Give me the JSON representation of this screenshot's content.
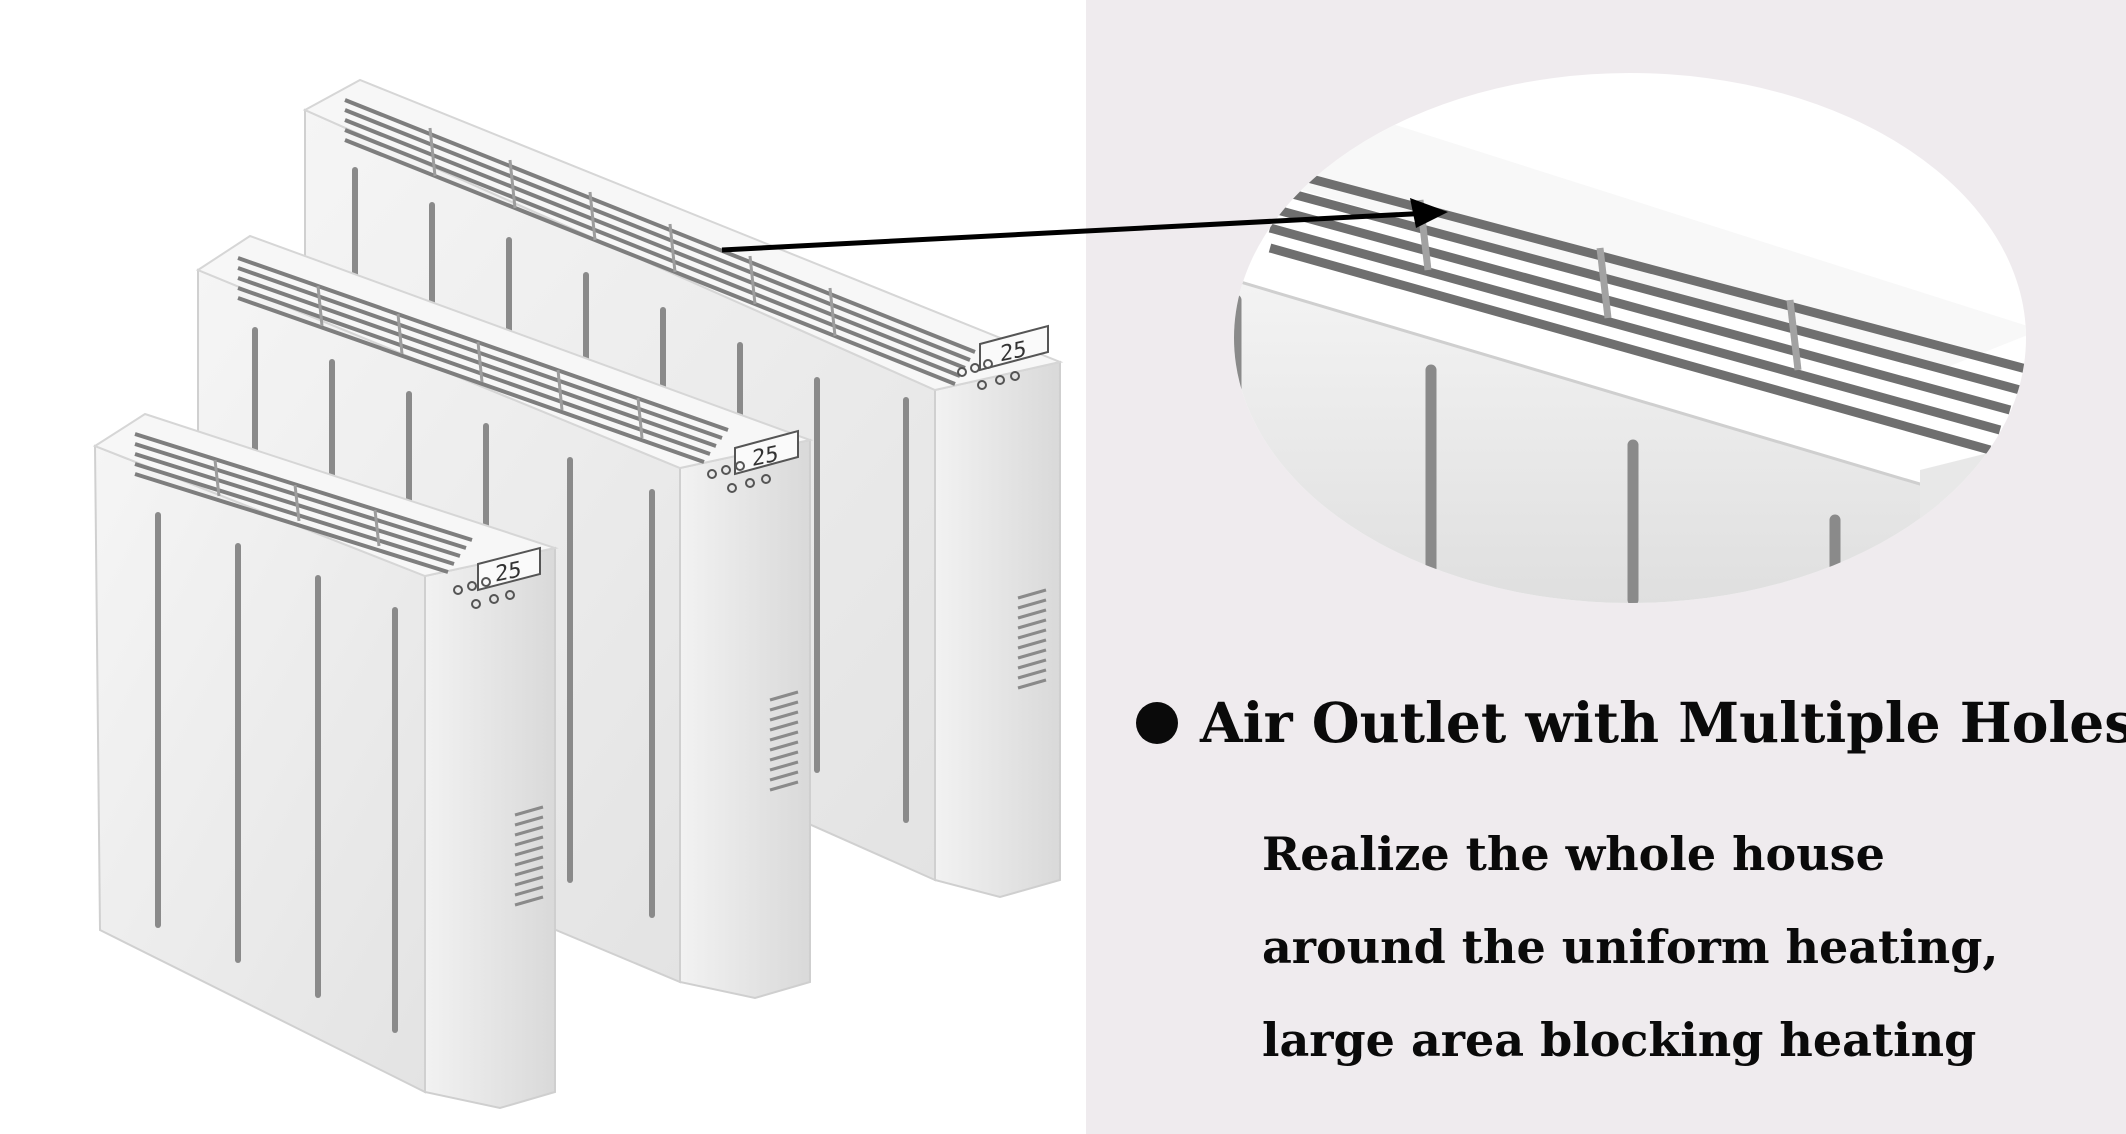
{
  "colors": {
    "background": "#ffffff",
    "panel_background": "#efebee",
    "heater_body": "#efefef",
    "heater_shadow": "#c9c9c9",
    "slot": "#8a8a8a",
    "text": "#0a0a0a",
    "arrow": "#000000"
  },
  "feature": {
    "bullet_icon": "filled-circle-icon",
    "title": "Air Outlet with Multiple Holes",
    "description": [
      "Realize the whole house",
      "around the uniform heating,",
      "large area blocking heating"
    ]
  },
  "heaters": [
    {
      "size": "large",
      "display": "25"
    },
    {
      "size": "medium",
      "display": "25"
    },
    {
      "size": "small",
      "display": "25"
    }
  ]
}
